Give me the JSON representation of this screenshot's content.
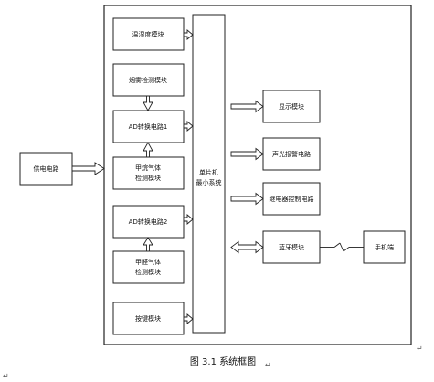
{
  "diagram": {
    "blocks": {
      "temp_humidity": "温湿度模块",
      "smoke_detect": "烟雾检测模块",
      "adc1": "AD转换电路1",
      "methane_line1": "甲烷气体",
      "methane_line2": "检测模块",
      "adc2": "AD转换电路2",
      "co_line1": "甲醛气体",
      "co_line2": "检测模块",
      "keys": "按键模块",
      "mcu_line1": "单片机",
      "mcu_line2": "最小系统",
      "power": "供电电路",
      "display": "显示模块",
      "alarm": "声光报警电路",
      "relay": "继电器控制电路",
      "bluetooth": "蓝牙模块",
      "phone": "手机端"
    },
    "caption": "图 3.1 系统框图",
    "paragraph_marks": [
      "↵",
      "↵",
      "↵"
    ]
  }
}
